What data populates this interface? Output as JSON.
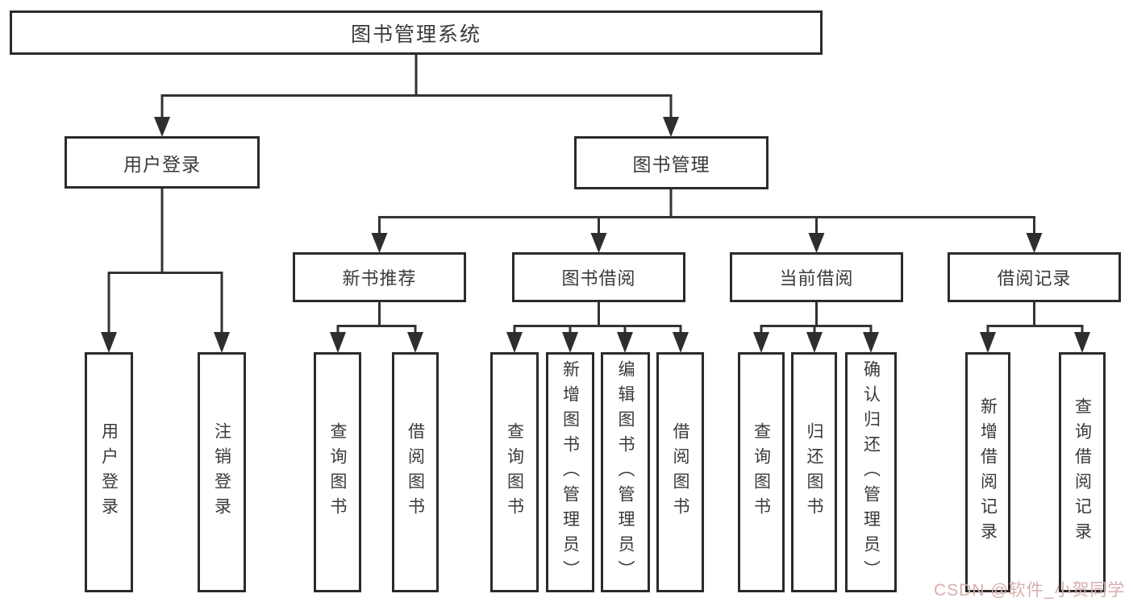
{
  "diagram": {
    "root": {
      "label": "图书管理系统"
    },
    "level2": {
      "user_login": {
        "label": "用户登录"
      },
      "book_management": {
        "label": "图书管理"
      }
    },
    "level3": {
      "new_book_recommend": {
        "label": "新书推荐"
      },
      "book_borrow": {
        "label": "图书借阅"
      },
      "current_borrow": {
        "label": "当前借阅"
      },
      "borrow_record": {
        "label": "借阅记录"
      }
    },
    "leaves": {
      "user_login": [
        "用户登录",
        "注销登录"
      ],
      "new_book_recommend": [
        "查询图书",
        "借阅图书"
      ],
      "book_borrow": [
        "查询图书",
        "新增图书（管理员）",
        "编辑图书（管理员）",
        "借阅图书"
      ],
      "current_borrow": [
        "查询图书",
        "归还图书",
        "确认归还（管理员）"
      ],
      "borrow_record": [
        "新增借阅记录",
        "查询借阅记录"
      ]
    }
  },
  "watermark": {
    "text": "CSDN @软件_小贺同学"
  },
  "colors": {
    "line": "#333333",
    "box_border": "#2b2b2b",
    "text": "#3a3a3a",
    "watermark": "#d9aeae",
    "background": "#ffffff"
  }
}
